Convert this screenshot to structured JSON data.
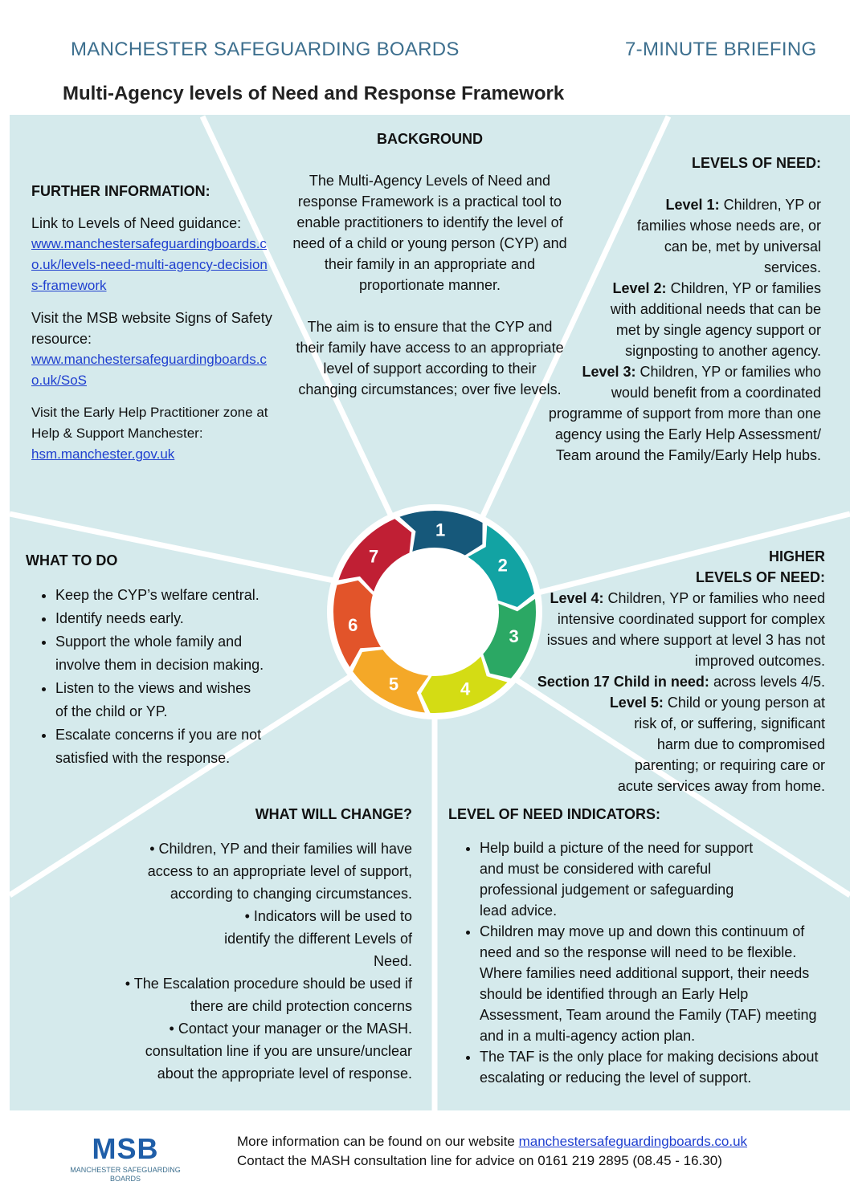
{
  "header": {
    "org": "MANCHESTER SAFEGUARDING BOARDS",
    "briefing": "7-MINUTE BRIEFING",
    "title": "Multi-Agency levels of Need and Response Framework"
  },
  "further_info": {
    "heading": "FURTHER INFORMATION:",
    "link1_intro": "Link to Levels of Need guidance:",
    "link1": "www.manchestersafeguardingboards.co.uk/levels-need-multi-agency-decisions-framework",
    "link2_intro": "Visit the MSB website Signs of Safety resource:",
    "link2": "www.manchestersafeguardingboards.co.uk/SoS",
    "link3_intro": "Visit the Early Help Practitioner zone at Help & Support Manchester:",
    "link3": "hsm.manchester.gov.uk"
  },
  "background": {
    "heading": "BACKGROUND",
    "p1": "The Multi-Agency Levels of Need and response Framework is a practical tool to enable practitioners to identify the level of need of a child or young person (CYP) and their family in an appropriate and proportionate manner.",
    "p2": "The aim is to ensure that the CYP and their family have access to an appropriate level of support according to their changing circumstances; over five levels."
  },
  "levels": {
    "heading": "LEVELS OF NEED:",
    "l1_label": "Level 1:",
    "l1": "Children, YP or families whose needs are, or can be, met by universal services.",
    "l2_label": "Level 2:",
    "l2": "Children, YP or families with additional needs that can be met by single agency support or signposting to another agency.",
    "l3_label": "Level 3:",
    "l3": "Children, YP or families who would benefit from a coordinated programme of support from more than one agency using the Early Help Assessment/ Team around the Family/Early Help hubs."
  },
  "what_to_do": {
    "heading": "WHAT TO DO",
    "items": [
      "Keep the CYP’s welfare central.",
      "Identify needs early.",
      "Support the whole family and involve them in decision making.",
      "Listen to the views and wishes of the child or YP.",
      "Escalate concerns if you are not satisfied with the response."
    ]
  },
  "higher": {
    "heading1": "HIGHER",
    "heading2": "LEVELS OF NEED:",
    "l4_label": "Level 4:",
    "l4": "Children, YP or families who need intensive coordinated support for complex issues and where support at level 3 has not improved outcomes.",
    "s17_label": "Section 17 Child in need:",
    "s17": "across levels 4/5.",
    "l5_label": "Level 5:",
    "l5": "Child or young person at risk of, or suffering, significant harm due to compromised parenting; or requiring care or acute services away from home."
  },
  "what_change": {
    "heading": "WHAT WILL CHANGE?",
    "items": [
      "Children, YP and their families will have access to an appropriate level of support, according to changing circumstances.",
      "Indicators will be used to identify the different Levels of Need.",
      "The Escalation procedure should be used if there are child protection concerns",
      "Contact your manager or the MASH. consultation line if you are unsure/unclear about the appropriate level of response."
    ]
  },
  "indicators": {
    "heading": "LEVEL OF NEED INDICATORS:",
    "items": [
      "Help build a picture of the need for support and must be considered with careful professional judgement or safeguarding lead advice.",
      "Children may move up and down this continuum of need and so the response will need to be flexible. Where families need additional support, their needs should be identified through an Early Help Assessment, Team around the Family (TAF) meeting and in a multi-agency action plan.",
      "The TAF is the only place for making decisions about escalating or reducing the level of support."
    ]
  },
  "wheel": {
    "segments": [
      "1",
      "2",
      "3",
      "4",
      "5",
      "6",
      "7"
    ],
    "colors": [
      "#16587a",
      "#12a3a3",
      "#2ba864",
      "#d4dc14",
      "#f4a828",
      "#e2542a",
      "#c01f34"
    ]
  },
  "footer": {
    "line1_text": "More information can be found on our website ",
    "line1_link": "manchestersafeguardingboards.co.uk",
    "line2": "Contact the MASH consultation line for advice on 0161 219 2895 (08.45 - 16.30)",
    "logo_big": "MSB",
    "logo_small1": "MANCHESTER SAFEGUARDING",
    "logo_small2": "BOARDS"
  }
}
